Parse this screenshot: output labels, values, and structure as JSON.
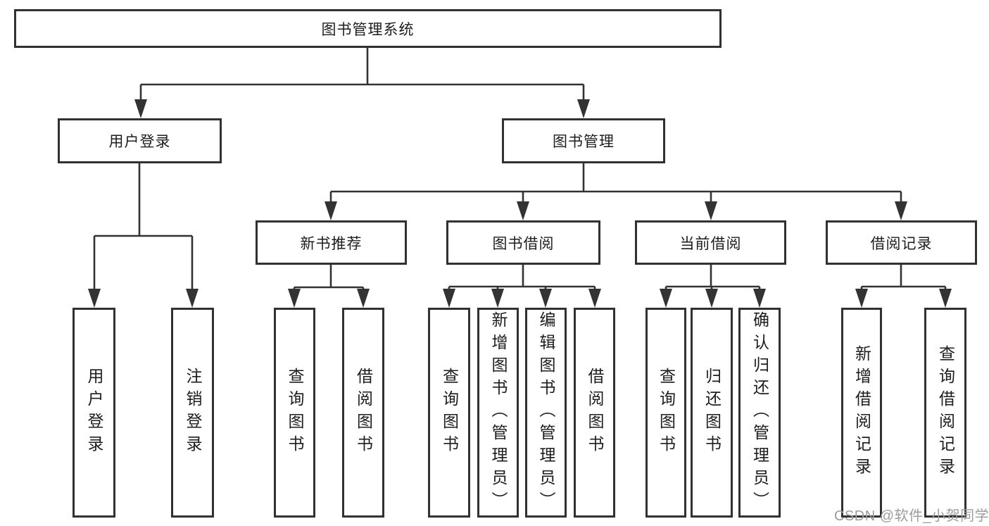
{
  "diagram": {
    "type": "hierarchy-tree",
    "colors": {
      "line": "#333333",
      "box_border": "#313131",
      "text": "#1d1d1d",
      "background": "#ffffff",
      "watermark": "#9c9c9c"
    },
    "tree": {
      "root": {
        "label": "图书管理系统",
        "children": [
          {
            "label": "用户登录",
            "children": [
              {
                "label": "用户登录"
              },
              {
                "label": "注销登录"
              }
            ]
          },
          {
            "label": "图书管理",
            "children": [
              {
                "label": "新书推荐",
                "children": [
                  {
                    "label": "查询图书"
                  },
                  {
                    "label": "借阅图书"
                  }
                ]
              },
              {
                "label": "图书借阅",
                "children": [
                  {
                    "label": "查询图书"
                  },
                  {
                    "label": "新增图书（管理员）"
                  },
                  {
                    "label": "编辑图书（管理员）"
                  },
                  {
                    "label": "借阅图书"
                  }
                ]
              },
              {
                "label": "当前借阅",
                "children": [
                  {
                    "label": "查询图书"
                  },
                  {
                    "label": "归还图书"
                  },
                  {
                    "label": "确认归还（管理员）"
                  }
                ]
              },
              {
                "label": "借阅记录",
                "children": [
                  {
                    "label": "新增借阅记录"
                  },
                  {
                    "label": "查询借阅记录"
                  }
                ]
              }
            ]
          }
        ]
      }
    }
  },
  "watermark": {
    "text": "CSDN @软件_小贺同学"
  }
}
